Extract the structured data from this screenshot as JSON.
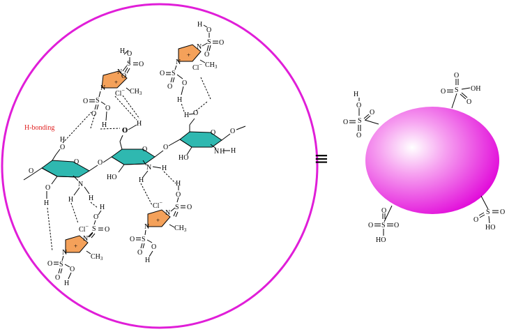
{
  "labels": {
    "hbond": "H-bonding",
    "equiv": "≡",
    "o": "O",
    "h": "H",
    "n": "N",
    "s": "S",
    "oh": "OH",
    "ho": "HO",
    "ch3": "CH",
    "three": "3",
    "cl": "Cl",
    "minus": "−",
    "plus": "+"
  },
  "colors": {
    "ellipse_stroke": "#e01ed8",
    "sphere_center": "#ffffff",
    "sphere_edge": "#e000d8",
    "glucosamine_ring": "#2fb8b0",
    "imidazolium_ring": "#f4a15a",
    "hbond_label": "#e02020"
  }
}
